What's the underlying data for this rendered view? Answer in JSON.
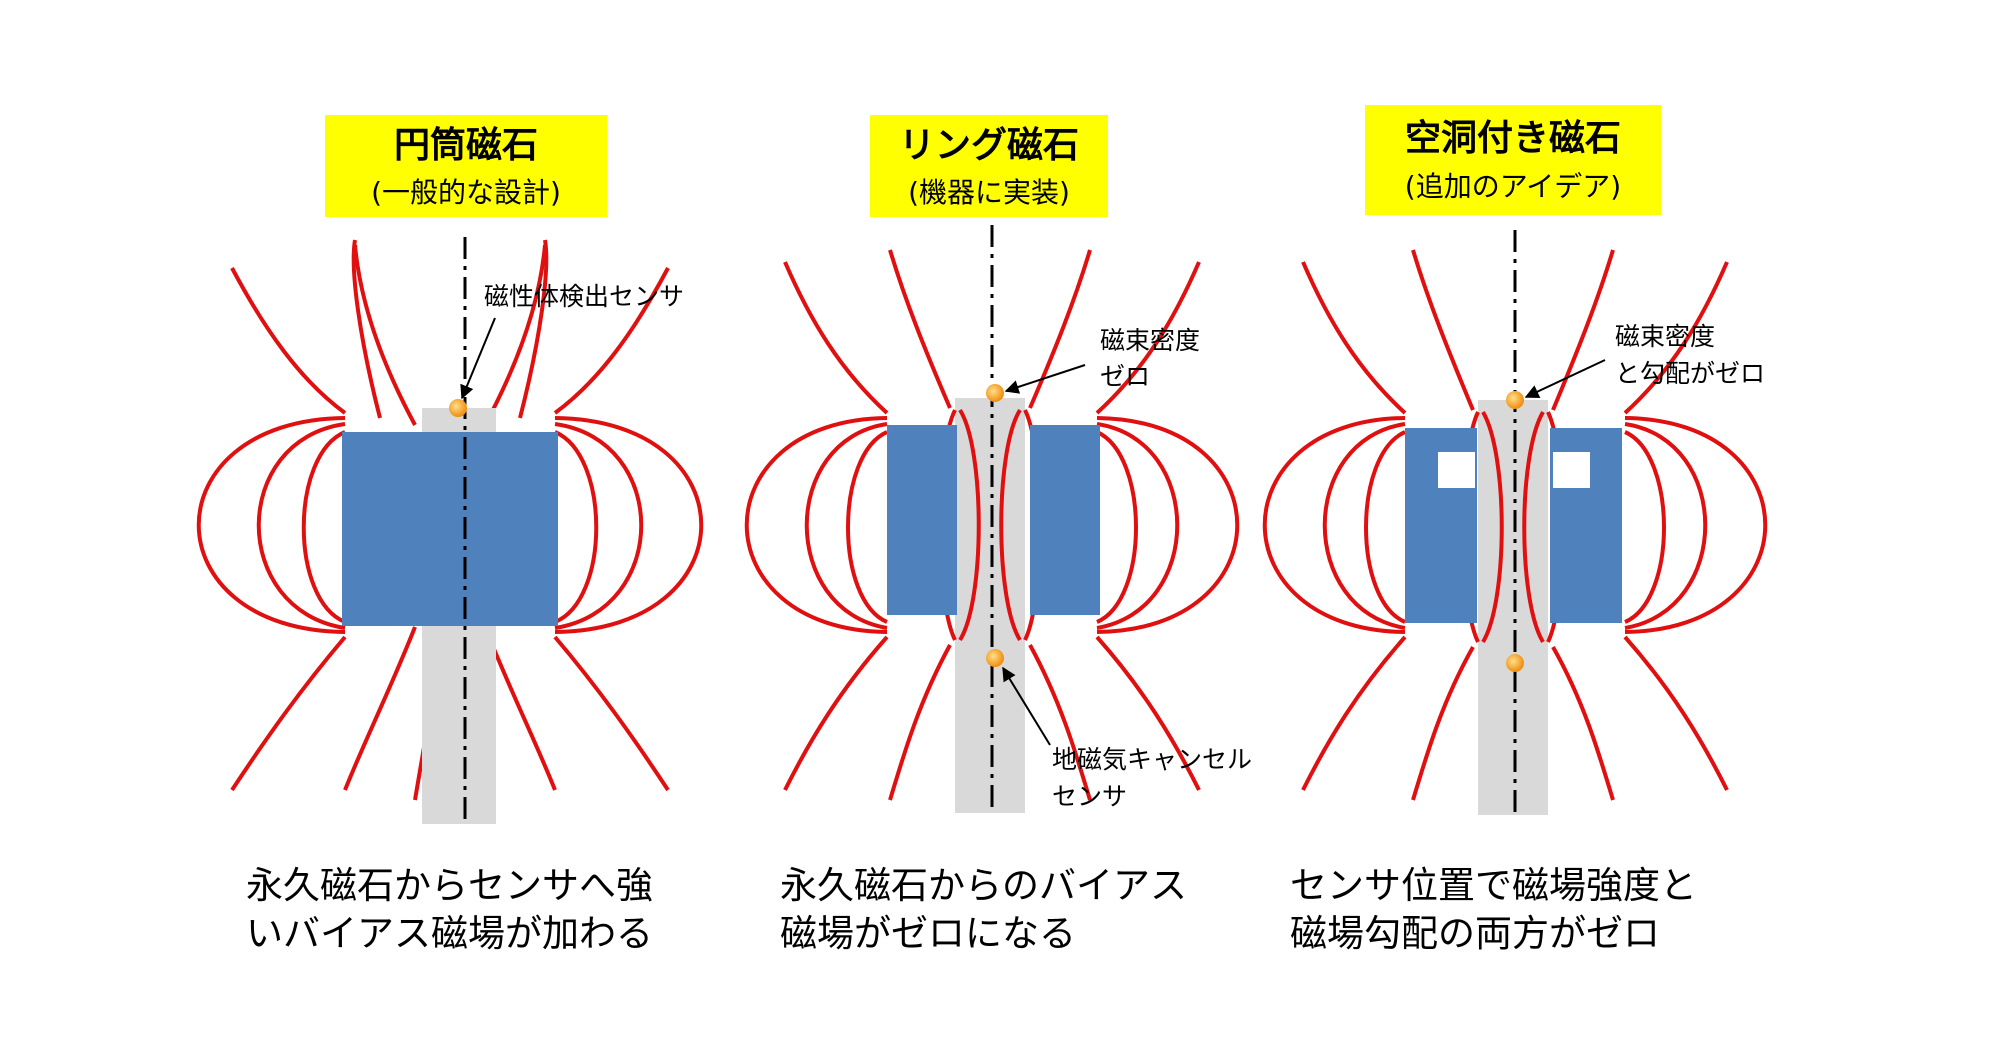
{
  "colors": {
    "title_box": "#ffff00",
    "magnet": "#4f81bd",
    "field_line": "#e01010",
    "sensor_rod": "#d9d9d9",
    "sensor_dot": "#f5a623",
    "axis_line": "#000000"
  },
  "panels": [
    {
      "title": "円筒磁石",
      "subtitle": "(一般的な設計)",
      "annotations": [
        "磁性体検出センサ"
      ],
      "caption": [
        "永久磁石からセンサへ強",
        "いバイアス磁場が加わる"
      ]
    },
    {
      "title": "リング磁石",
      "subtitle": "(機器に実装)",
      "annotations": [
        "磁束密度",
        "ゼロ",
        "地磁気キャンセル",
        "センサ"
      ],
      "caption": [
        "永久磁石からのバイアス",
        "磁場がゼロになる"
      ]
    },
    {
      "title": "空洞付き磁石",
      "subtitle": "(追加のアイデア)",
      "annotations": [
        "磁束密度",
        "と勾配がゼロ"
      ],
      "caption": [
        "センサ位置で磁場強度と",
        "磁場勾配の両方がゼロ"
      ]
    }
  ]
}
